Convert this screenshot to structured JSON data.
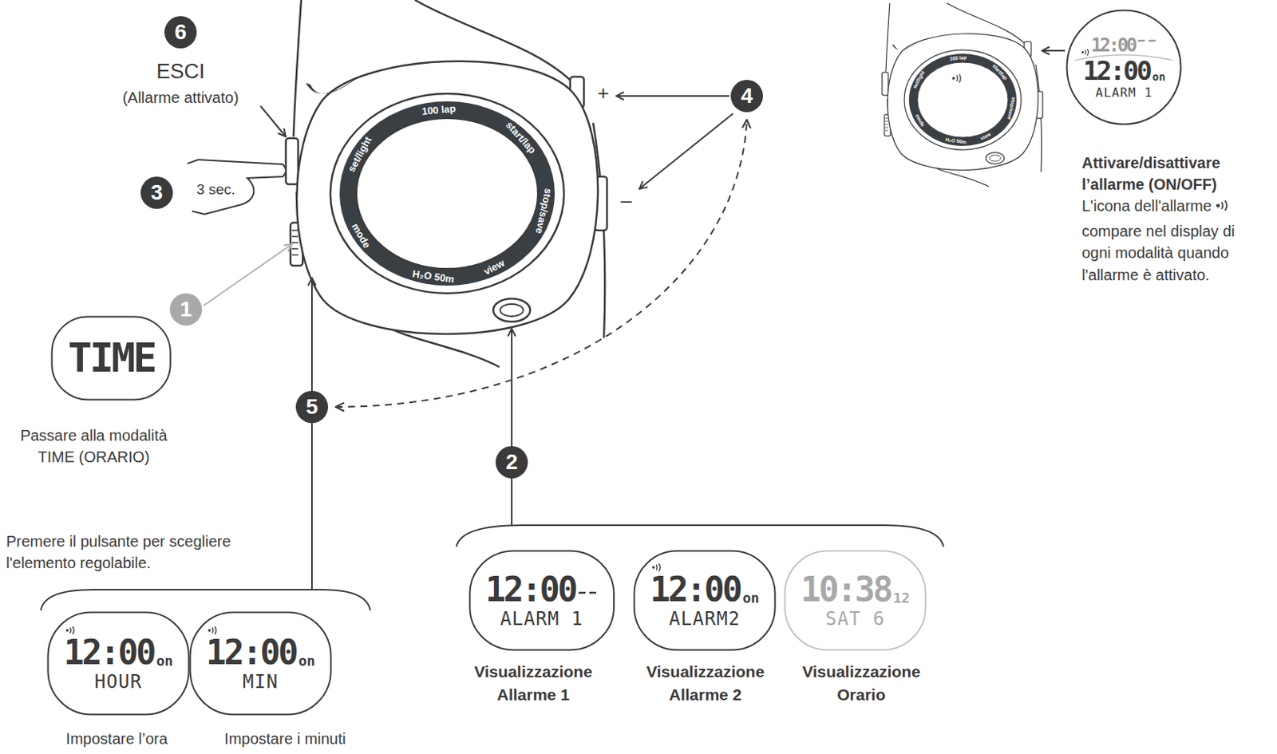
{
  "diagram": {
    "nodes": [
      {
        "text": [
          "6"
        ]
      },
      {
        "text": [
          "4"
        ]
      },
      {
        "text": [
          "3"
        ]
      },
      {
        "text": [
          "1"
        ]
      },
      {
        "text": [
          "TIME"
        ]
      },
      {
        "text": [
          "5"
        ]
      },
      {
        "text": [
          "2"
        ]
      },
      {
        "text": [
          "12:00",
          "ALARM 1"
        ]
      },
      {
        "text": [
          "12:00",
          "on",
          "ALARM2"
        ]
      },
      {
        "text": [
          "10:38",
          "12",
          "SAT 6"
        ]
      },
      {
        "text": [
          "12:00",
          "on",
          "HOUR"
        ]
      },
      {
        "text": [
          "12:00",
          "on",
          "MIN"
        ]
      },
      {
        "text": [
          "12:00",
          "12:00",
          "on",
          "ALARM 1"
        ]
      }
    ],
    "edges": [
      {
        "from": 5,
        "to": 1,
        "arrow": "both"
      }
    ],
    "labels": [
      "ESCI",
      "(Allarme attivato)",
      "3 sec.",
      "+",
      "–",
      "100 lap",
      "start/lap",
      "stop/save",
      "view",
      "H₂O 50m",
      "mode",
      "set/light",
      "Passare alla modalità TIME (ORARIO)",
      "Premere il pulsante per scegliere l'elemento regolabile.",
      "Visualizzazione Allarme 1",
      "Visualizzazione Allarme 2",
      "Visualizzazione Orario",
      "Impostare l’ora",
      "Impostare i minuti",
      "Attivare/disattivare l’allarme (ON/OFF)",
      "L'icona dell'allarme",
      "compare nel display di ogni modalità quando l'allarme è attivato.",
      "100 lap",
      "start/lap",
      "stop/save",
      "view",
      "H₂O 50m",
      "mode",
      "set/light"
    ]
  }
}
